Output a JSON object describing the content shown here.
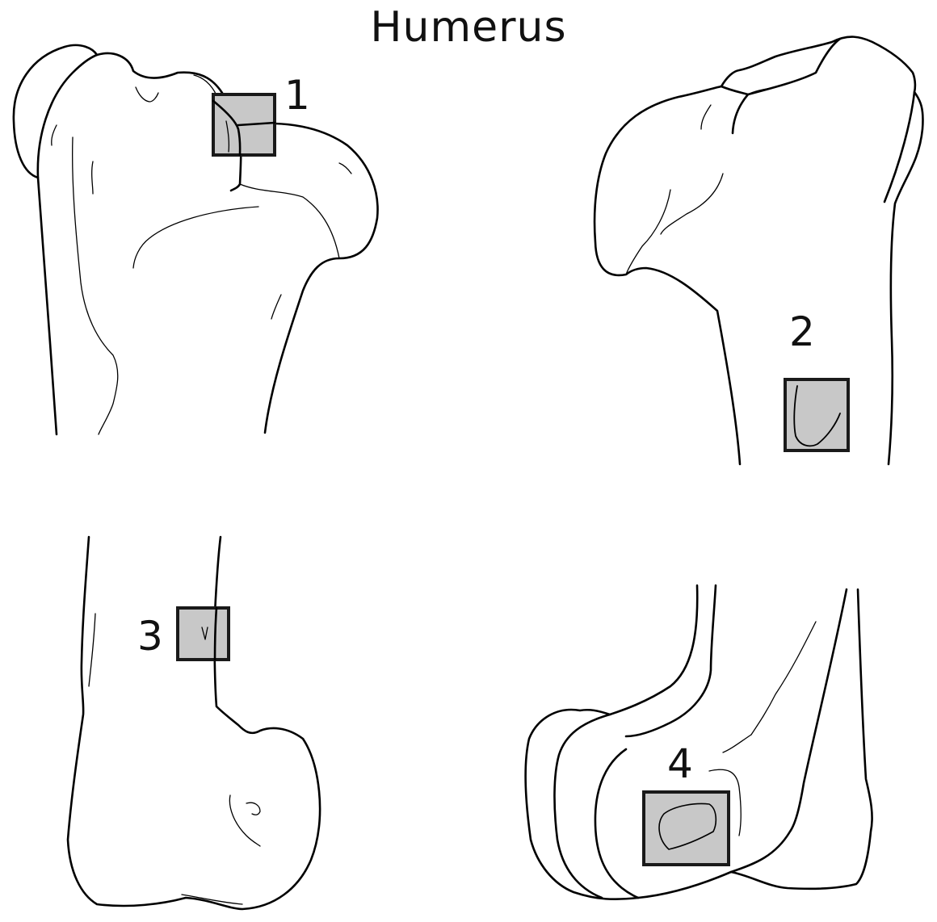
{
  "title": "Humerus",
  "markers": [
    {
      "label": "1"
    },
    {
      "label": "2"
    },
    {
      "label": "3"
    },
    {
      "label": "4"
    }
  ],
  "colors": {
    "marker_fill": "#c8c8c8",
    "marker_stroke": "#1a1a1a",
    "line": "#000000",
    "background": "#ffffff"
  }
}
